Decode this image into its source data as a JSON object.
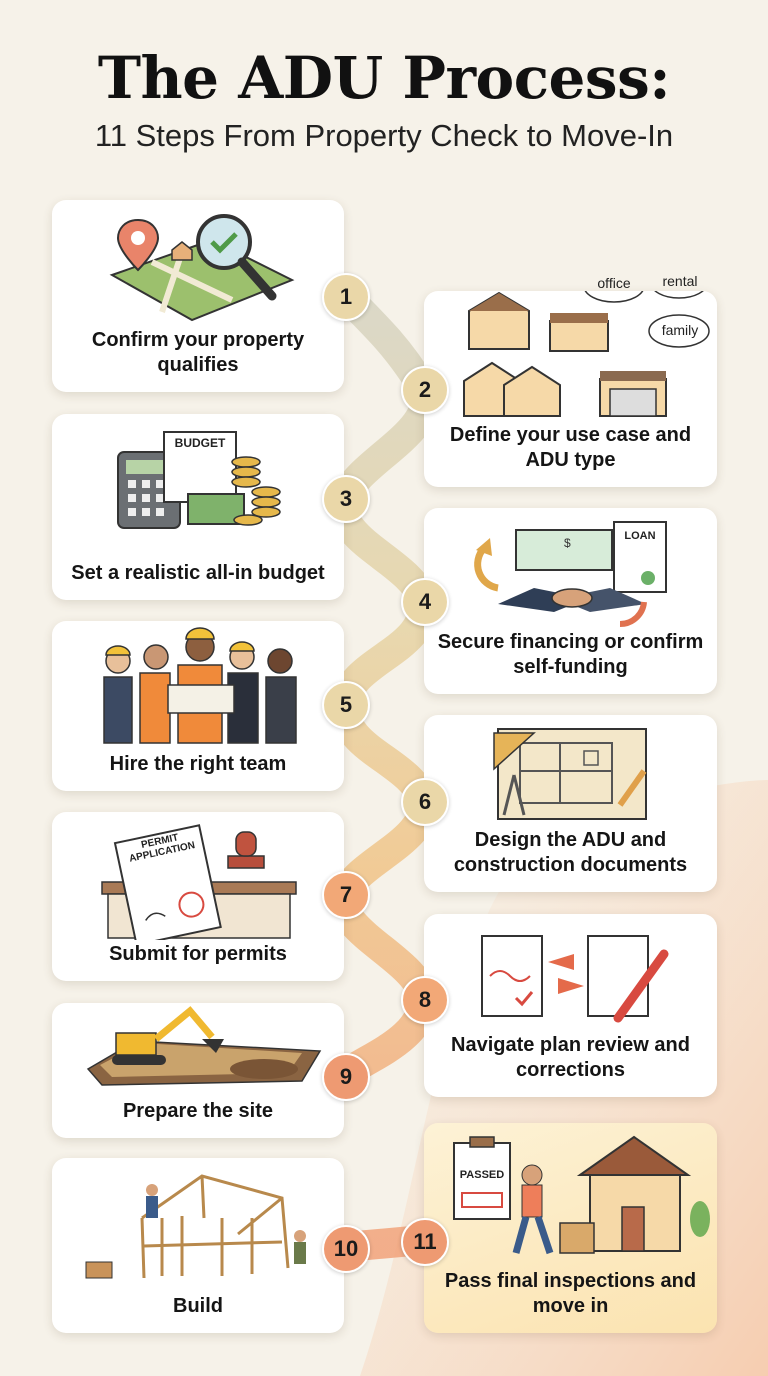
{
  "header": {
    "title": "The ADU Process:",
    "subtitle": "11 Steps From Property Check to Move-In"
  },
  "steps": [
    {
      "number": "1",
      "label": "Confirm your property qualifies",
      "icon": "map-magnifier-icon"
    },
    {
      "number": "2",
      "label": "Define your use case and ADU type",
      "icon": "houses-icon",
      "bubbles": [
        "office",
        "rental",
        "family"
      ]
    },
    {
      "number": "3",
      "label": "Set a realistic all-in budget",
      "icon": "calculator-money-icon",
      "tag": "BUDGET"
    },
    {
      "number": "4",
      "label": "Secure financing or confirm self-funding",
      "icon": "handshake-loan-icon",
      "tag": "LOAN",
      "check_symbol": "$"
    },
    {
      "number": "5",
      "label": "Hire the right team",
      "icon": "team-icon"
    },
    {
      "number": "6",
      "label": "Design the ADU and construction documents",
      "icon": "blueprint-icon"
    },
    {
      "number": "7",
      "label": "Submit for permits",
      "icon": "permit-stamp-icon",
      "tag": "PERMIT APPLICATION"
    },
    {
      "number": "8",
      "label": "Navigate plan review and corrections",
      "icon": "plan-review-icon"
    },
    {
      "number": "9",
      "label": "Prepare the site",
      "icon": "excavator-icon"
    },
    {
      "number": "10",
      "label": "Build",
      "icon": "framing-icon"
    },
    {
      "number": "11",
      "label": "Pass final inspections and move in",
      "icon": "move-in-icon",
      "tag": "PASSED"
    }
  ],
  "colors": {
    "background": "#f6f2e9",
    "path_start": "#d8d3bf",
    "path_mid": "#ecc98c",
    "path_end": "#f0a178",
    "badge_cool": "#ead7a8",
    "badge_warm": "#f2a877"
  }
}
